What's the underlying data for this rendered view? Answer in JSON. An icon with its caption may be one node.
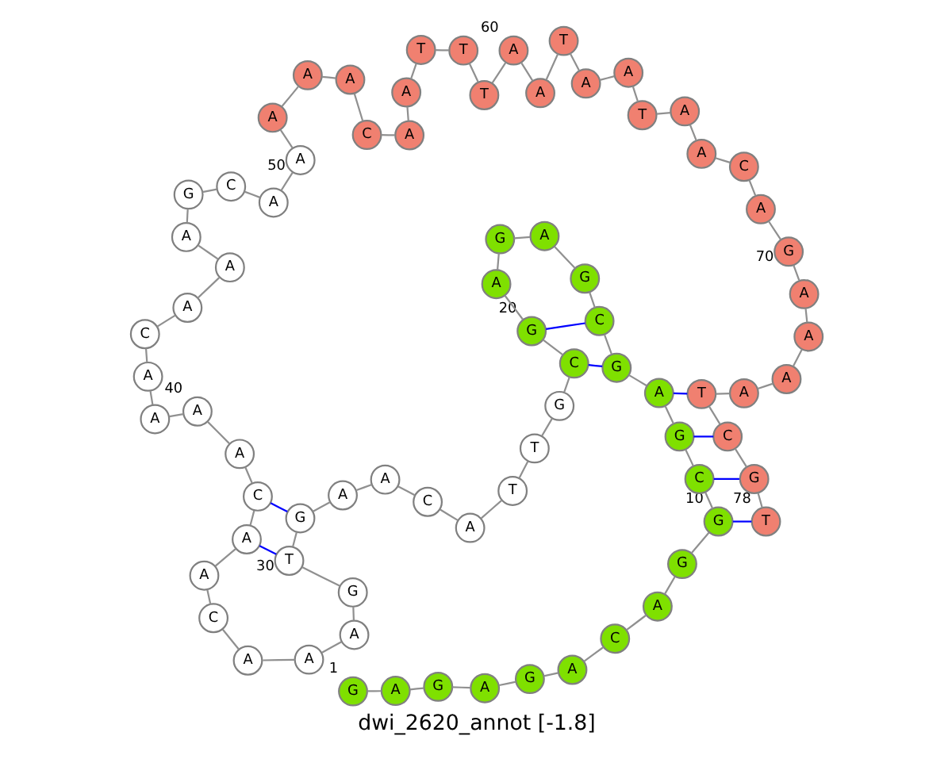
{
  "diagram": {
    "caption": "dwi_2620_annot [-1.8]",
    "nodes": [
      {
        "text": [
          "G"
        ],
        "beside": [
          "1"
        ]
      },
      {
        "text": [
          "A"
        ]
      },
      {
        "text": [
          "G"
        ]
      },
      {
        "text": [
          "A"
        ]
      },
      {
        "text": [
          "G"
        ]
      },
      {
        "text": [
          "A"
        ]
      },
      {
        "text": [
          "C"
        ]
      },
      {
        "text": [
          "A"
        ]
      },
      {
        "text": [
          "G"
        ]
      },
      {
        "text": [
          "G"
        ],
        "beside": [
          "10"
        ]
      },
      {
        "text": [
          "C"
        ]
      },
      {
        "text": [
          "G"
        ]
      },
      {
        "text": [
          "A"
        ]
      },
      {
        "text": [
          "G"
        ]
      },
      {
        "text": [
          "C"
        ]
      },
      {
        "text": [
          "G"
        ]
      },
      {
        "text": [
          "A"
        ]
      },
      {
        "text": [
          "G"
        ]
      },
      {
        "text": [
          "A"
        ]
      },
      {
        "text": [
          "G"
        ],
        "beside": [
          "20"
        ]
      },
      {
        "text": [
          "C"
        ]
      },
      {
        "text": [
          "G"
        ]
      },
      {
        "text": [
          "T"
        ]
      },
      {
        "text": [
          "T"
        ]
      },
      {
        "text": [
          "A"
        ]
      },
      {
        "text": [
          "C"
        ]
      },
      {
        "text": [
          "A"
        ]
      },
      {
        "text": [
          "A"
        ]
      },
      {
        "text": [
          "G"
        ]
      },
      {
        "text": [
          "T"
        ],
        "beside": [
          "30"
        ]
      },
      {
        "text": [
          "G"
        ]
      },
      {
        "text": [
          "A"
        ]
      },
      {
        "text": [
          "A"
        ]
      },
      {
        "text": [
          "A"
        ]
      },
      {
        "text": [
          "C"
        ]
      },
      {
        "text": [
          "A"
        ]
      },
      {
        "text": [
          "A"
        ]
      },
      {
        "text": [
          "C"
        ]
      },
      {
        "text": [
          "A"
        ]
      },
      {
        "text": [
          "A"
        ],
        "beside": [
          "40"
        ]
      },
      {
        "text": [
          "A"
        ]
      },
      {
        "text": [
          "A"
        ]
      },
      {
        "text": [
          "C"
        ]
      },
      {
        "text": [
          "A"
        ]
      },
      {
        "text": [
          "A"
        ]
      },
      {
        "text": [
          "A"
        ]
      },
      {
        "text": [
          "G"
        ]
      },
      {
        "text": [
          "C"
        ]
      },
      {
        "text": [
          "A"
        ]
      },
      {
        "text": [
          "A"
        ],
        "beside": [
          "50"
        ]
      },
      {
        "text": [
          "A"
        ]
      },
      {
        "text": [
          "A"
        ]
      },
      {
        "text": [
          "A"
        ]
      },
      {
        "text": [
          "C"
        ]
      },
      {
        "text": [
          "A"
        ]
      },
      {
        "text": [
          "A"
        ]
      },
      {
        "text": [
          "T"
        ]
      },
      {
        "text": [
          "T"
        ]
      },
      {
        "text": [
          "T"
        ]
      },
      {
        "text": [
          "A"
        ],
        "beside": [
          "60"
        ]
      },
      {
        "text": [
          "A"
        ]
      },
      {
        "text": [
          "T"
        ]
      },
      {
        "text": [
          "A"
        ]
      },
      {
        "text": [
          "A"
        ]
      },
      {
        "text": [
          "T"
        ]
      },
      {
        "text": [
          "A"
        ]
      },
      {
        "text": [
          "A"
        ]
      },
      {
        "text": [
          "C"
        ]
      },
      {
        "text": [
          "A"
        ]
      },
      {
        "text": [
          "G"
        ],
        "beside": [
          "70"
        ]
      },
      {
        "text": [
          "A"
        ]
      },
      {
        "text": [
          "A"
        ]
      },
      {
        "text": [
          "A"
        ]
      },
      {
        "text": [
          "A"
        ]
      },
      {
        "text": [
          "T"
        ]
      },
      {
        "text": [
          "C"
        ]
      },
      {
        "text": [
          "G"
        ]
      },
      {
        "text": [
          "T"
        ],
        "beside": [
          "78"
        ]
      }
    ],
    "edges": [
      {
        "from": 0,
        "to": 1,
        "arrow": "none"
      },
      {
        "from": 1,
        "to": 2,
        "arrow": "none"
      },
      {
        "from": 2,
        "to": 3,
        "arrow": "none"
      },
      {
        "from": 3,
        "to": 4,
        "arrow": "none"
      },
      {
        "from": 4,
        "to": 5,
        "arrow": "none"
      },
      {
        "from": 5,
        "to": 6,
        "arrow": "none"
      },
      {
        "from": 6,
        "to": 7,
        "arrow": "none"
      },
      {
        "from": 7,
        "to": 8,
        "arrow": "none"
      },
      {
        "from": 8,
        "to": 9,
        "arrow": "none"
      },
      {
        "from": 9,
        "to": 10,
        "arrow": "none"
      },
      {
        "from": 10,
        "to": 11,
        "arrow": "none"
      },
      {
        "from": 11,
        "to": 12,
        "arrow": "none"
      },
      {
        "from": 12,
        "to": 13,
        "arrow": "none"
      },
      {
        "from": 13,
        "to": 14,
        "arrow": "none"
      },
      {
        "from": 14,
        "to": 15,
        "arrow": "none"
      },
      {
        "from": 15,
        "to": 16,
        "arrow": "none"
      },
      {
        "from": 16,
        "to": 17,
        "arrow": "none"
      },
      {
        "from": 17,
        "to": 18,
        "arrow": "none"
      },
      {
        "from": 18,
        "to": 19,
        "arrow": "none"
      },
      {
        "from": 19,
        "to": 20,
        "arrow": "none"
      },
      {
        "from": 20,
        "to": 21,
        "arrow": "none"
      },
      {
        "from": 21,
        "to": 22,
        "arrow": "none"
      },
      {
        "from": 22,
        "to": 23,
        "arrow": "none"
      },
      {
        "from": 23,
        "to": 24,
        "arrow": "none"
      },
      {
        "from": 24,
        "to": 25,
        "arrow": "none"
      },
      {
        "from": 25,
        "to": 26,
        "arrow": "none"
      },
      {
        "from": 26,
        "to": 27,
        "arrow": "none"
      },
      {
        "from": 27,
        "to": 28,
        "arrow": "none"
      },
      {
        "from": 28,
        "to": 29,
        "arrow": "none"
      },
      {
        "from": 29,
        "to": 30,
        "arrow": "none"
      },
      {
        "from": 30,
        "to": 31,
        "arrow": "none"
      },
      {
        "from": 31,
        "to": 32,
        "arrow": "none"
      },
      {
        "from": 32,
        "to": 33,
        "arrow": "none"
      },
      {
        "from": 33,
        "to": 34,
        "arrow": "none"
      },
      {
        "from": 34,
        "to": 35,
        "arrow": "none"
      },
      {
        "from": 35,
        "to": 36,
        "arrow": "none"
      },
      {
        "from": 36,
        "to": 37,
        "arrow": "none"
      },
      {
        "from": 37,
        "to": 38,
        "arrow": "none"
      },
      {
        "from": 38,
        "to": 39,
        "arrow": "none"
      },
      {
        "from": 39,
        "to": 40,
        "arrow": "none"
      },
      {
        "from": 40,
        "to": 41,
        "arrow": "none"
      },
      {
        "from": 41,
        "to": 42,
        "arrow": "none"
      },
      {
        "from": 42,
        "to": 43,
        "arrow": "none"
      },
      {
        "from": 43,
        "to": 44,
        "arrow": "none"
      },
      {
        "from": 44,
        "to": 45,
        "arrow": "none"
      },
      {
        "from": 45,
        "to": 46,
        "arrow": "none"
      },
      {
        "from": 46,
        "to": 47,
        "arrow": "none"
      },
      {
        "from": 47,
        "to": 48,
        "arrow": "none"
      },
      {
        "from": 48,
        "to": 49,
        "arrow": "none"
      },
      {
        "from": 49,
        "to": 50,
        "arrow": "none"
      },
      {
        "from": 50,
        "to": 51,
        "arrow": "none"
      },
      {
        "from": 51,
        "to": 52,
        "arrow": "none"
      },
      {
        "from": 52,
        "to": 53,
        "arrow": "none"
      },
      {
        "from": 53,
        "to": 54,
        "arrow": "none"
      },
      {
        "from": 54,
        "to": 55,
        "arrow": "none"
      },
      {
        "from": 55,
        "to": 56,
        "arrow": "none"
      },
      {
        "from": 56,
        "to": 57,
        "arrow": "none"
      },
      {
        "from": 57,
        "to": 58,
        "arrow": "none"
      },
      {
        "from": 58,
        "to": 59,
        "arrow": "none"
      },
      {
        "from": 59,
        "to": 60,
        "arrow": "none"
      },
      {
        "from": 60,
        "to": 61,
        "arrow": "none"
      },
      {
        "from": 61,
        "to": 62,
        "arrow": "none"
      },
      {
        "from": 62,
        "to": 63,
        "arrow": "none"
      },
      {
        "from": 63,
        "to": 64,
        "arrow": "none"
      },
      {
        "from": 64,
        "to": 65,
        "arrow": "none"
      },
      {
        "from": 65,
        "to": 66,
        "arrow": "none"
      },
      {
        "from": 66,
        "to": 67,
        "arrow": "none"
      },
      {
        "from": 67,
        "to": 68,
        "arrow": "none"
      },
      {
        "from": 68,
        "to": 69,
        "arrow": "none"
      },
      {
        "from": 69,
        "to": 70,
        "arrow": "none"
      },
      {
        "from": 70,
        "to": 71,
        "arrow": "none"
      },
      {
        "from": 71,
        "to": 72,
        "arrow": "none"
      },
      {
        "from": 72,
        "to": 73,
        "arrow": "none"
      },
      {
        "from": 73,
        "to": 74,
        "arrow": "none"
      },
      {
        "from": 74,
        "to": 75,
        "arrow": "none"
      },
      {
        "from": 75,
        "to": 76,
        "arrow": "none"
      },
      {
        "from": 76,
        "to": 77,
        "arrow": "none"
      },
      {
        "from": 9,
        "to": 77,
        "arrow": "none",
        "color": "#0000ff"
      },
      {
        "from": 10,
        "to": 76,
        "arrow": "none",
        "color": "#0000ff"
      },
      {
        "from": 11,
        "to": 75,
        "arrow": "none",
        "color": "#0000ff"
      },
      {
        "from": 12,
        "to": 74,
        "arrow": "none",
        "color": "#0000ff"
      },
      {
        "from": 13,
        "to": 20,
        "arrow": "none",
        "color": "#0000ff"
      },
      {
        "from": 14,
        "to": 19,
        "arrow": "none",
        "color": "#0000ff"
      },
      {
        "from": 28,
        "to": 37,
        "arrow": "none",
        "color": "#0000ff"
      },
      {
        "from": 29,
        "to": 36,
        "arrow": "none",
        "color": "#0000ff"
      }
    ]
  }
}
